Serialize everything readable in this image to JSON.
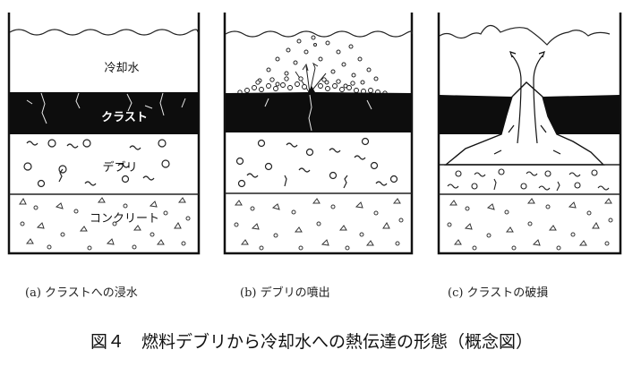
{
  "panels": [
    {
      "caption": "(a) クラストへの浸水",
      "layers": {
        "water": "冷却水",
        "crust": "クラスト",
        "debris": "デブリ",
        "concrete": "コンクリート"
      }
    },
    {
      "caption": "(b) デブリの噴出",
      "layers": {}
    },
    {
      "caption": "(c) クラストの破損",
      "layers": {}
    }
  ],
  "figure_caption": "図４　燃料デブリから冷却水への熱伝達の形態（概念図）"
}
